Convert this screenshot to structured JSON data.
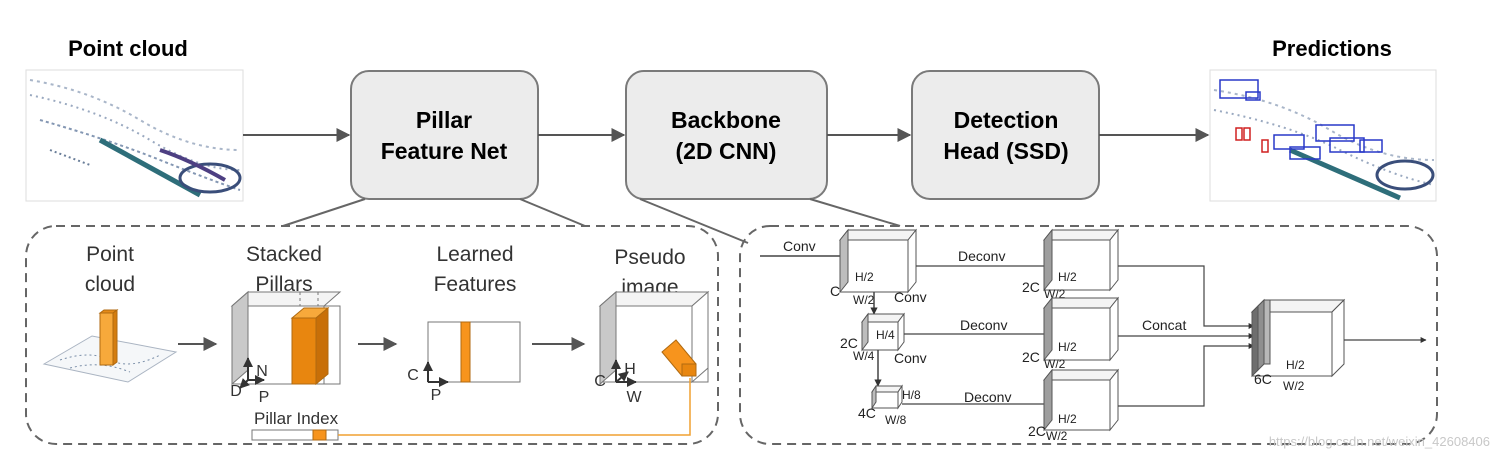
{
  "top": {
    "input_title": "Point cloud",
    "output_title": "Predictions",
    "stages": [
      {
        "line1": "Pillar",
        "line2": "Feature Net"
      },
      {
        "line1": "Backbone",
        "line2": "(2D CNN)"
      },
      {
        "line1": "Detection",
        "line2": "Head (SSD)"
      }
    ]
  },
  "pfn": {
    "col1": {
      "line1": "Point",
      "line2": "cloud"
    },
    "col2": {
      "line1": "Stacked",
      "line2": "Pillars",
      "axis_d": "D",
      "axis_n": "N",
      "axis_p": "P"
    },
    "col3": {
      "line1": "Learned",
      "line2": "Features",
      "axis_c": "C",
      "axis_p": "P"
    },
    "col4": {
      "line1": "Pseudo",
      "line2": "image",
      "axis_c": "C",
      "axis_h": "H",
      "axis_w": "W"
    },
    "pillar_index": "Pillar Index"
  },
  "backbone": {
    "conv_in": "Conv",
    "conv1": "Conv",
    "conv2": "Conv",
    "deconv1": "Deconv",
    "deconv2": "Deconv",
    "deconv3": "Deconv",
    "concat": "Concat",
    "block1": {
      "c": "C",
      "h": "H/2",
      "w": "W/2"
    },
    "block2": {
      "c": "2C",
      "h": "H/4",
      "w": "W/4"
    },
    "block3": {
      "c": "4C",
      "h": "H/8",
      "w": "W/8"
    },
    "up1": {
      "c": "2C",
      "h": "H/2",
      "w": "W/2"
    },
    "up2": {
      "c": "2C",
      "h": "H/2",
      "w": "W/2"
    },
    "up3": {
      "c": "2C",
      "h": "H/2",
      "w": "W/2"
    },
    "out": {
      "c": "6C",
      "h": "H/2",
      "w": "W/2"
    }
  },
  "watermark": "https://blog.csdn.net/weixin_42608406",
  "colors": {
    "orange": "#f7941d",
    "box_fill": "#ececec",
    "box_stroke": "#7a7a7a",
    "dashed": "#666666",
    "arrow": "#555555"
  }
}
